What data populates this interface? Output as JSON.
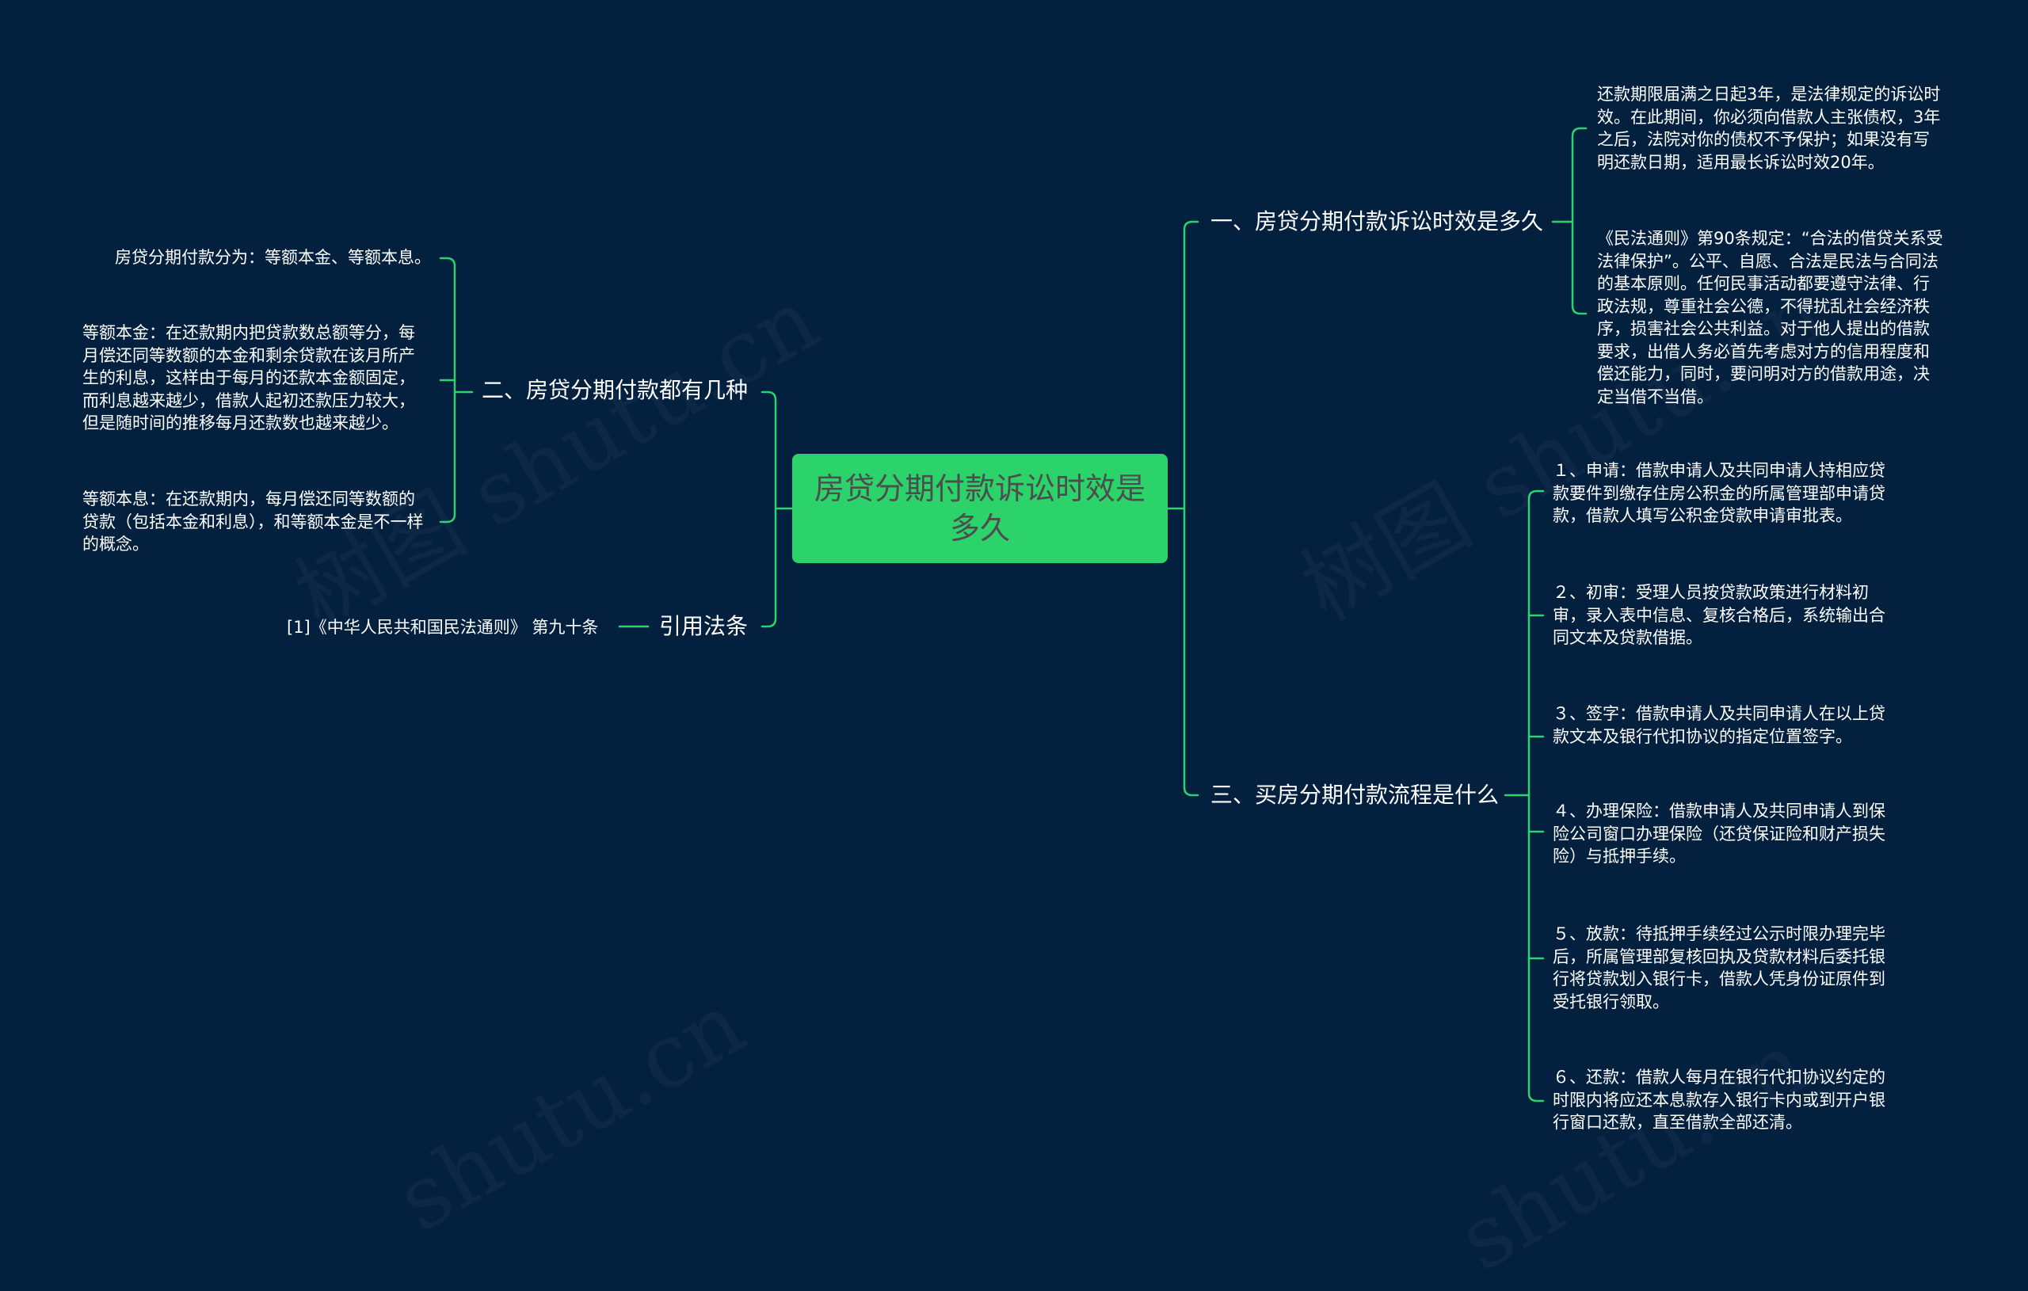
{
  "root": {
    "label": "房贷分期付款诉讼时效是多久"
  },
  "branches": {
    "b1": {
      "label": "一、房贷分期付款诉讼时效是多久",
      "items": [
        "还款期限届满之日起3年，是法律规定的诉讼时效。在此期间，你必须向借款人主张债权，3年之后，法院对你的债权不予保护；如果没有写明还款日期，适用最长诉讼时效20年。",
        "《民法通则》第90条规定：“合法的借贷关系受法律保护”。公平、自愿、合法是民法与合同法的基本原则。任何民事活动都要遵守法律、行政法规，尊重社会公德，不得扰乱社会经济秩序，损害社会公共利益。对于他人提出的借款要求，出借人务必首先考虑对方的信用程度和偿还能力，同时，要问明对方的借款用途，决定当借不当借。"
      ]
    },
    "b2": {
      "label": "二、房贷分期付款都有几种",
      "items": [
        "房贷分期付款分为：等额本金、等额本息。",
        "等额本金：在还款期内把贷款数总额等分，每月偿还同等数额的本金和剩余贷款在该月所产生的利息，这样由于每月的还款本金额固定，而利息越来越少，借款人起初还款压力较大，但是随时间的推移每月还款数也越来越少。",
        "等额本息：在还款期内，每月偿还同等数额的贷款（包括本金和利息），和等额本金是不一样的概念。"
      ]
    },
    "b3": {
      "label": "三、买房分期付款流程是什么",
      "items": [
        "１、申请：借款申请人及共同申请人持相应贷款要件到缴存住房公积金的所属管理部申请贷款，借款人填写公积金贷款申请审批表。",
        "２、初审：受理人员按贷款政策进行材料初审，录入表中信息、复核合格后，系统输出合同文本及贷款借据。",
        "３、签字：借款申请人及共同申请人在以上贷款文本及银行代扣协议的指定位置签字。",
        "４、办理保险：借款申请人及共同申请人到保险公司窗口办理保险（还贷保证险和财产损失险）与抵押手续。",
        "５、放款：待抵押手续经过公示时限办理完毕后，所属管理部复核回执及贷款材料后委托银行将贷款划入银行卡，借款人凭身份证原件到受托银行领取。",
        "６、还款：借款人每月在银行代扣协议约定的时限内将应还本息款存入银行卡内或到开户银行窗口还款，直至借款全部还清。"
      ]
    },
    "b4": {
      "label": "引用法条",
      "items": [
        "[1]《中华人民共和国民法通则》 第九十条"
      ]
    }
  },
  "watermark": [
    "树图 shutu.cn",
    "树图 shutu.cn",
    "shutu.cn",
    "shutu.cn"
  ],
  "colors": {
    "background": "#03203f",
    "root_fill": "#2cd26a",
    "root_text": "#4d4d4d",
    "connector": "#2cd26a",
    "text": "#ffffff"
  }
}
